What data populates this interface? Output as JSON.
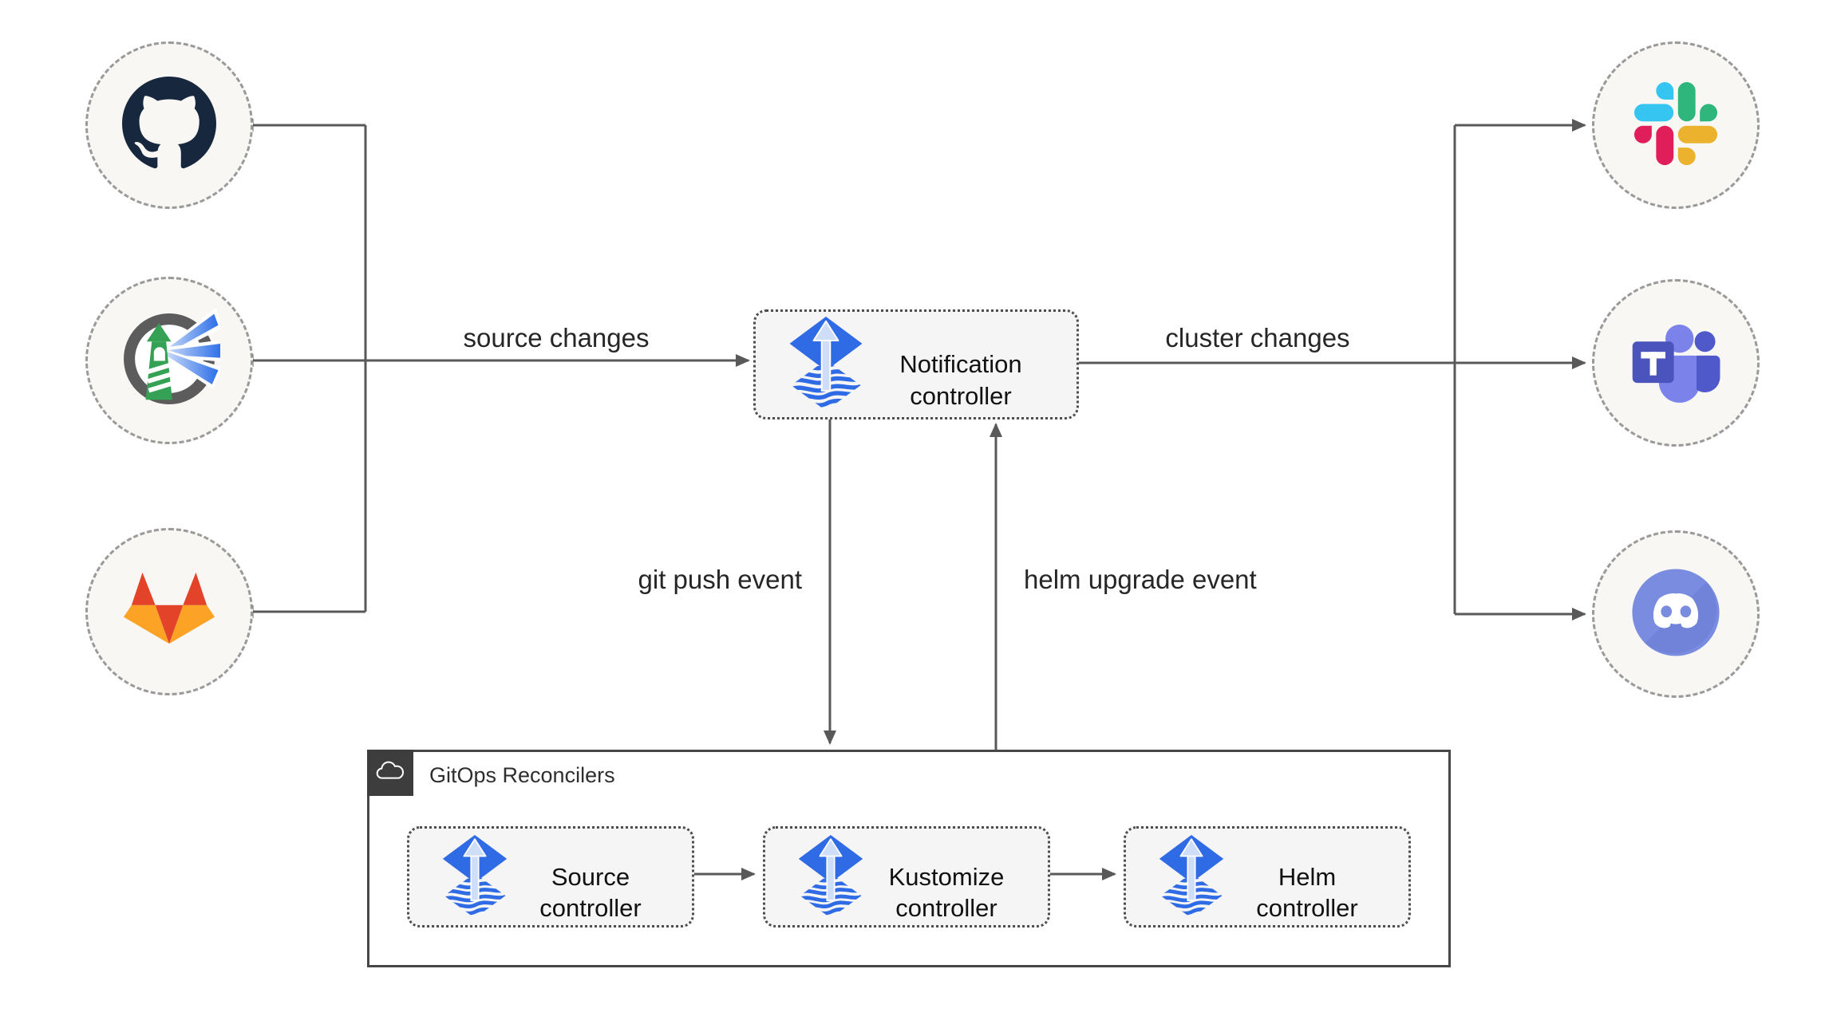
{
  "diagram": {
    "kind": "flux-notification-architecture",
    "nodes": {
      "notification": {
        "label": "Notification controller",
        "icon": "flux-icon"
      },
      "source": {
        "label": "Source controller",
        "icon": "flux-icon"
      },
      "kustomize": {
        "label": "Kustomize controller",
        "icon": "flux-icon"
      },
      "helm": {
        "label": "Helm controller",
        "icon": "flux-icon"
      },
      "github": {
        "icon": "github-icon"
      },
      "harbor": {
        "icon": "harbor-icon"
      },
      "gitlab": {
        "icon": "gitlab-icon"
      },
      "slack": {
        "icon": "slack-icon"
      },
      "teams": {
        "icon": "microsoft-teams-icon"
      },
      "discord": {
        "icon": "discord-icon"
      }
    },
    "container": {
      "label": "GitOps Reconcilers",
      "icon": "cloud-icon"
    },
    "edge_labels": {
      "source_changes": "source changes",
      "cluster_changes": "cluster changes",
      "git_push": "git push event",
      "helm_upgrade": "helm upgrade event"
    },
    "colors": {
      "flux_blue": "#2F6BE4",
      "flux_arrow_light": "#CEDDF8",
      "line_gray": "#595959",
      "box_fill": "#F5F5F5",
      "circle_fill": "#F8F7F4",
      "container_border": "#474747",
      "badge_dark": "#3D3D3D",
      "github_dark": "#17273D",
      "gitlab_red": "#E24329",
      "gitlab_orange": "#FCA326",
      "harbor_green": "#35A154",
      "harbor_gray": "#5C5C5C",
      "slack_blue": "#36C5F0",
      "slack_green": "#2EB67D",
      "slack_yellow": "#ECB22E",
      "slack_red": "#E01E5A",
      "teams_light": "#7B83EB",
      "teams_mid": "#5059C9",
      "teams_dark": "#4B53BC",
      "discord_blurple": "#7A8CE0"
    }
  }
}
